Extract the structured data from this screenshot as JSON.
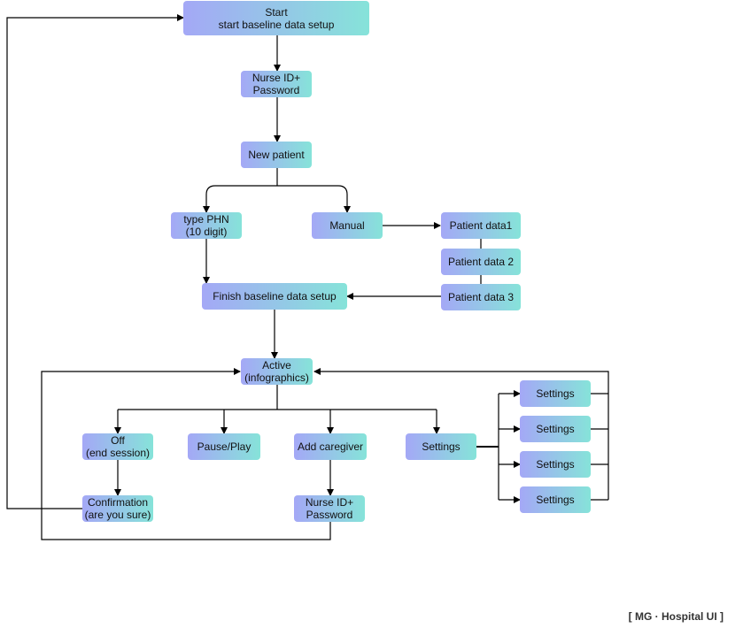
{
  "nodes": {
    "start": {
      "line1": "Start",
      "line2": "start baseline data setup"
    },
    "login1": {
      "line1": "Nurse ID+",
      "line2": "Password"
    },
    "new_patient": {
      "line1": "New patient"
    },
    "type_phn": {
      "line1": "type PHN",
      "line2": "(10 digit)"
    },
    "manual": {
      "line1": "Manual"
    },
    "patient_data1": {
      "line1": "Patient data1"
    },
    "patient_data2": {
      "line1": "Patient data 2"
    },
    "patient_data3": {
      "line1": "Patient data 3"
    },
    "finish": {
      "line1": "Finish baseline data setup"
    },
    "active": {
      "line1": "Active",
      "line2": "(infographics)"
    },
    "off": {
      "line1": "Off",
      "line2": "(end session)"
    },
    "pause": {
      "line1": "Pause/Play"
    },
    "add_caregiver": {
      "line1": "Add caregiver"
    },
    "settings_main": {
      "line1": "Settings"
    },
    "confirmation": {
      "line1": "Confirmation",
      "line2": "(are you sure)"
    },
    "login2": {
      "line1": "Nurse ID+",
      "line2": "Password"
    },
    "settings_1": {
      "line1": "Settings"
    },
    "settings_2": {
      "line1": "Settings"
    },
    "settings_3": {
      "line1": "Settings"
    },
    "settings_4": {
      "line1": "Settings"
    }
  },
  "watermark": "[ MG · Hospital UI ]",
  "colors": {
    "node_gradient_start": "#a4a8f6",
    "node_gradient_end": "#86e3d9",
    "connector": "#000000"
  }
}
